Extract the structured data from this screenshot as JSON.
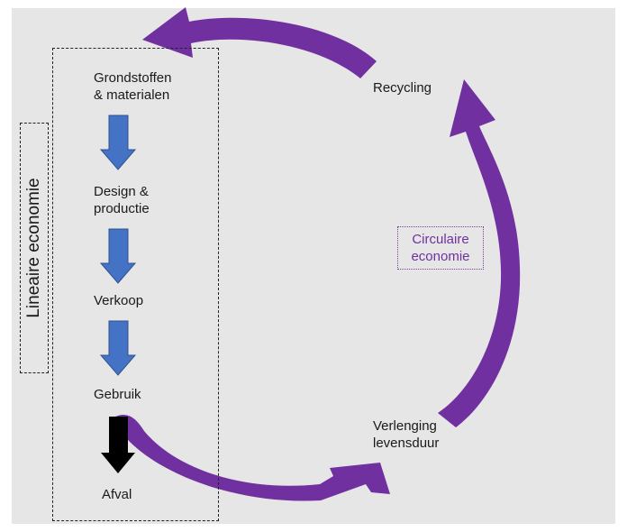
{
  "linear_economy": {
    "title": "Lineaire economie",
    "steps": [
      "Grondstoffen\n& materialen",
      "Design &\nproductie",
      "Verkoop",
      "Gebruik",
      "Afval"
    ]
  },
  "circular_economy": {
    "title": "Circulaire economie",
    "nodes": [
      "Recycling",
      "Verlenging\nlevensduur"
    ]
  },
  "colors": {
    "background": "#e7e6e6",
    "linear_arrow": "#4472c4",
    "waste_arrow": "#000000",
    "circular_arrow": "#7030a0",
    "circular_label": "#7030a0"
  }
}
